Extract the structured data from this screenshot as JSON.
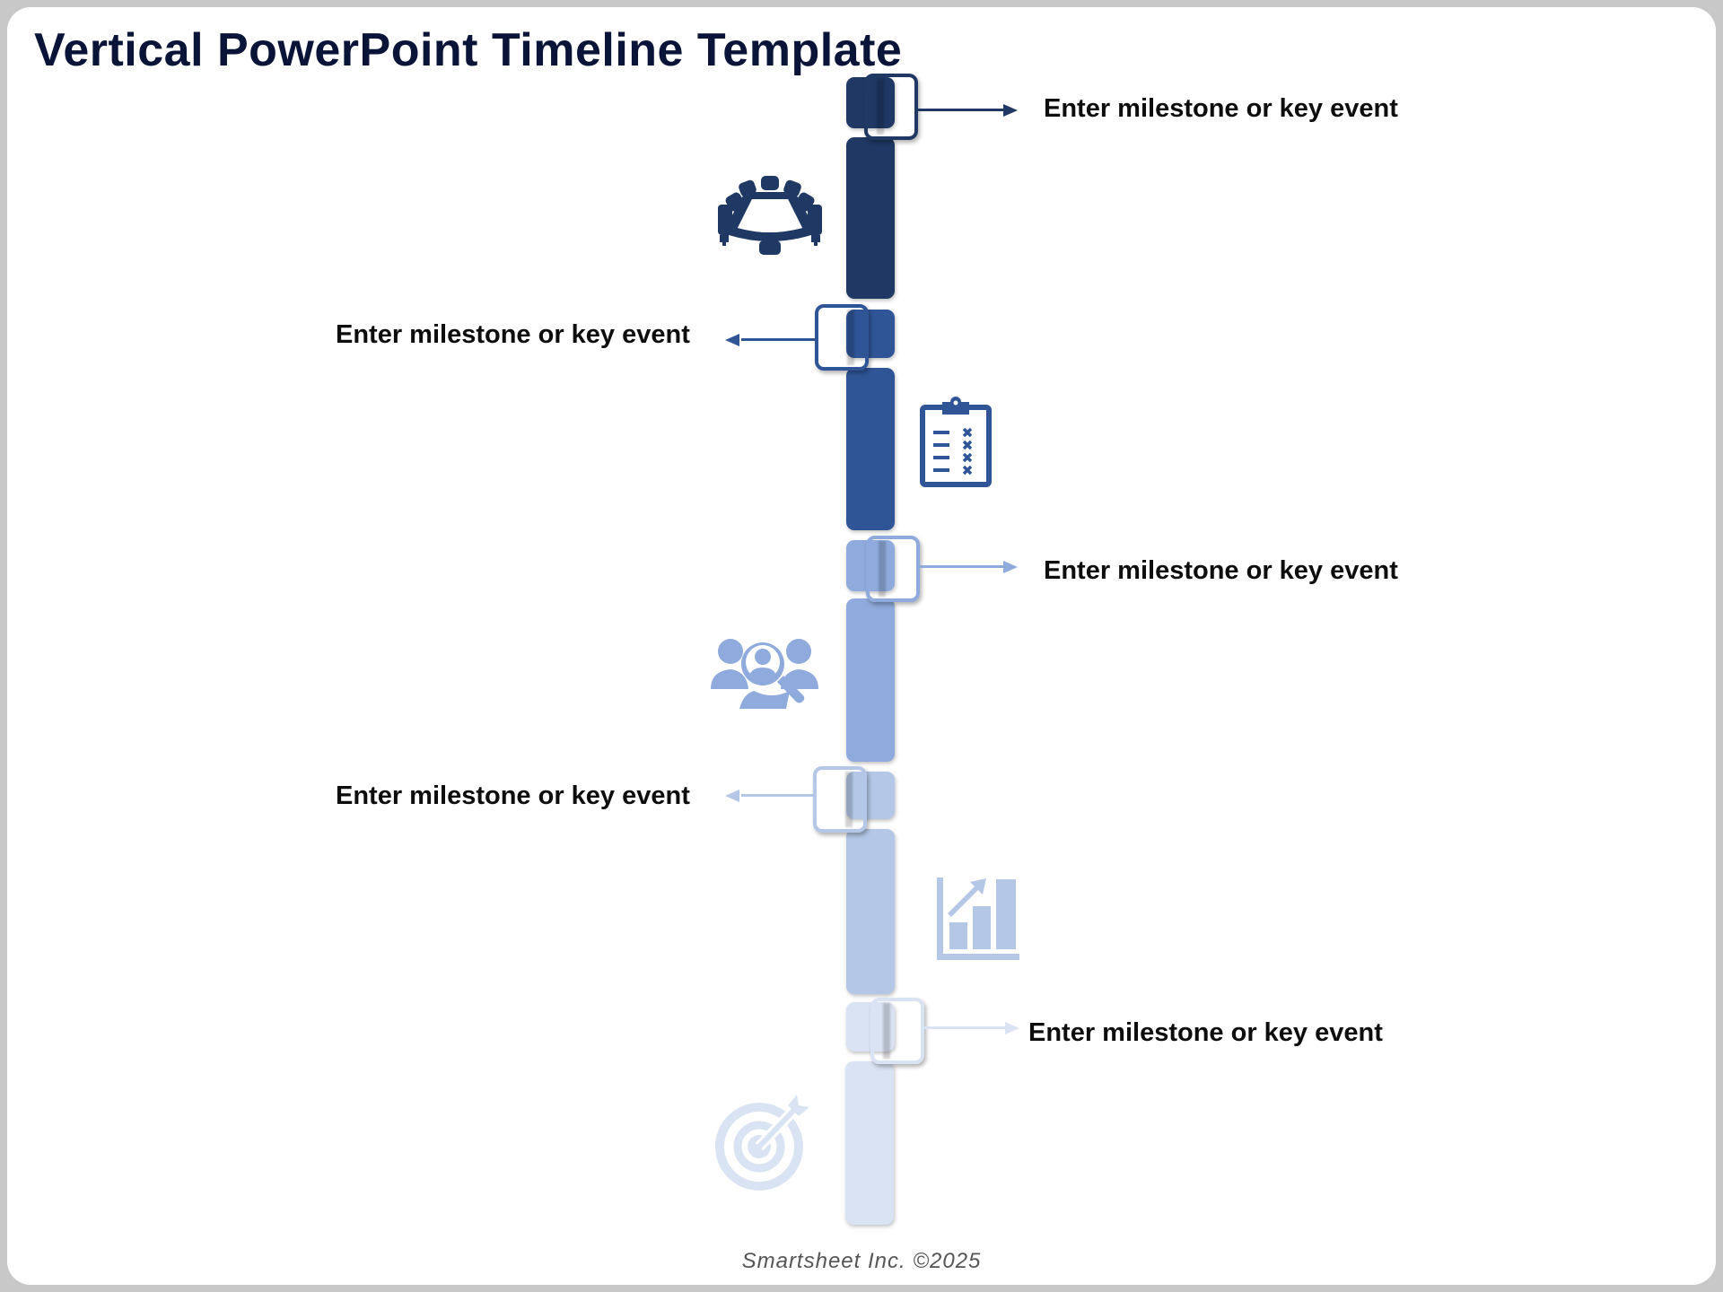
{
  "title": "Vertical PowerPoint Timeline Template",
  "footer": "Smartsheet Inc. ©2025",
  "colors": {
    "level1": "#1f3864",
    "level2": "#2f5597",
    "level3": "#8faadc",
    "level4": "#b4c7e7",
    "level5": "#dae3f3",
    "border": "#c8c8c8",
    "title": "#0a1438"
  },
  "milestones": [
    {
      "label": "Enter milestone or key event",
      "side": "right",
      "color": "#1f3864"
    },
    {
      "label": "Enter milestone or key event",
      "side": "left",
      "color": "#2f5597"
    },
    {
      "label": "Enter milestone or key event",
      "side": "right",
      "color": "#8faadc"
    },
    {
      "label": "Enter milestone or key event",
      "side": "left",
      "color": "#b4c7e7"
    },
    {
      "label": "Enter milestone or key event",
      "side": "right",
      "color": "#dae3f3"
    }
  ],
  "phases": [
    {
      "icon": "conference-table-icon",
      "side": "left",
      "color": "#1f3864"
    },
    {
      "icon": "clipboard-checklist-icon",
      "side": "right",
      "color": "#2f5597"
    },
    {
      "icon": "people-search-icon",
      "side": "left",
      "color": "#8faadc"
    },
    {
      "icon": "bar-chart-growth-icon",
      "side": "right",
      "color": "#b4c7e7"
    },
    {
      "icon": "target-arrow-icon",
      "side": "left",
      "color": "#dae3f3"
    }
  ]
}
